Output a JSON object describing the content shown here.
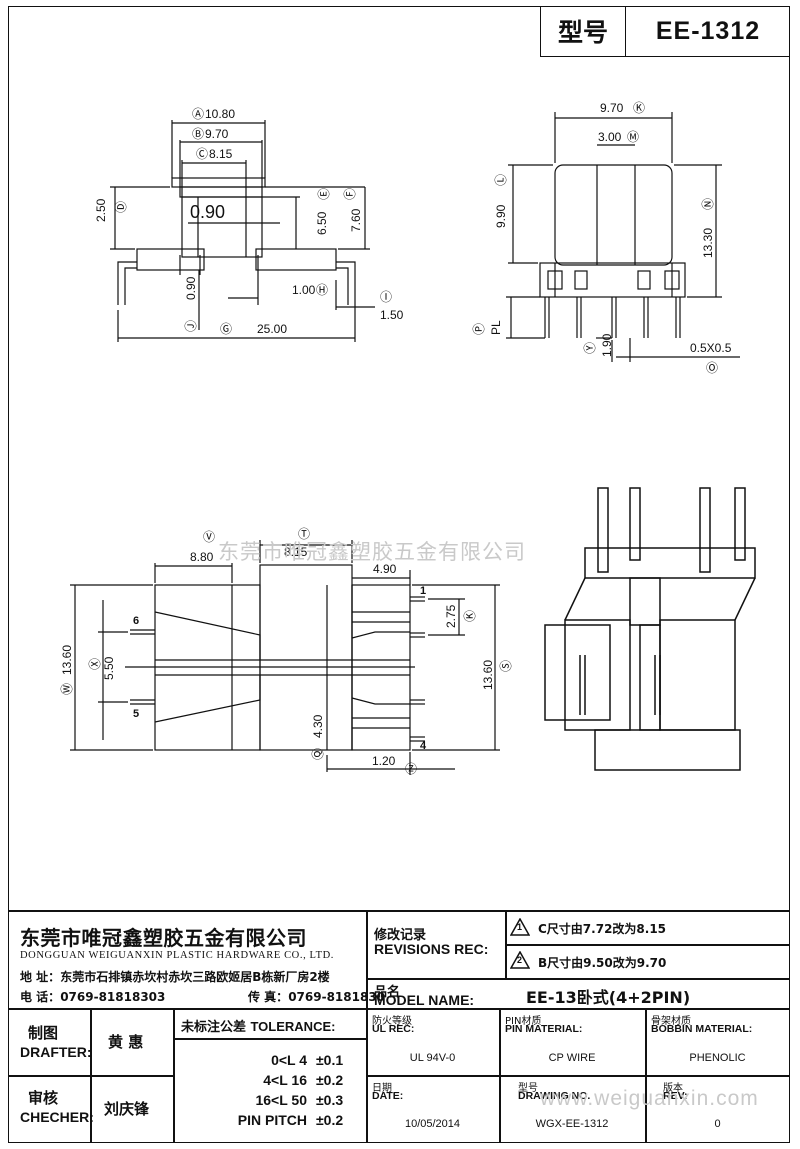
{
  "header": {
    "label": "型号",
    "model": "EE-1312"
  },
  "watermarks": {
    "company": "东莞市唯冠鑫塑胶五金有限公司",
    "website": "www.weiguanxin.com"
  },
  "drawing": {
    "side_view": {
      "dims": [
        "A",
        "10.80",
        "B",
        "9.70",
        "C",
        "8.15",
        "0.90",
        "2.50",
        "D",
        "6.50",
        "E",
        "7.60",
        "F",
        "1.00",
        "I",
        "1.50",
        "J",
        "0.90",
        "G",
        "25.00",
        "H"
      ]
    },
    "front_view": {
      "dims": [
        "9.70",
        "K",
        "3.00",
        "M",
        "9.90",
        "L",
        "13.30",
        "N",
        "PL",
        "P",
        "Y",
        "1.90",
        "0.5X0.5",
        "O"
      ]
    },
    "bottom_view": {
      "dims": [
        "V",
        "8.80",
        "8.15",
        "T",
        "4.90",
        "W",
        "13.60",
        "X",
        "5.50",
        "2.75",
        "K",
        "13.60",
        "S",
        "4.30",
        "Q",
        "1.20",
        "Z"
      ],
      "pins": [
        "6",
        "5",
        "1",
        "4"
      ]
    }
  },
  "title_block": {
    "company_cn": "东莞市唯冠鑫塑胶五金有限公司",
    "company_en": "DONGGUAN WEIGUANXIN PLASTIC HARDWARE CO., LTD.",
    "address_label": "地  址：",
    "address": "东莞市石排镇赤坎村赤坎三路欧姬居B栋新厂房2楼",
    "tel_label": "电  话：",
    "tel": "0769-81818303",
    "fax_label": "传  真：",
    "fax": "0769-8181830",
    "revisions_cn": "修改记录",
    "revisions_en": "REVISIONS REC:",
    "revision_1_num": "1",
    "revision_1": "C尺寸由7.72改为8.15",
    "revision_2_num": "2",
    "revision_2": "B尺寸由9.50改为9.70",
    "model_name_cn": "品名",
    "model_name_en": "MODEL NAME:",
    "model_name": "EE-13卧式(4+2PIN)",
    "drafter_cn": "制图",
    "drafter_en": "DRAFTER:",
    "drafter": "黄  惠",
    "checker_cn": "审核",
    "checker_en": "CHECHER:",
    "checker": "刘庆锋",
    "tolerance_cn": "未标注公差",
    "tolerance_en": "TOLERANCE:",
    "tolerances": [
      {
        "range": "0<L  4",
        "value": "±0.1"
      },
      {
        "range": "4<L  16",
        "value": "±0.2"
      },
      {
        "range": "16<L  50",
        "value": "±0.3"
      },
      {
        "range": "PIN PITCH",
        "value": "±0.2"
      }
    ],
    "ul_cn": "防火等级",
    "ul_en": "UL REC:",
    "ul": "UL 94V-0",
    "pin_cn": "PIN材质",
    "pin_en": "PIN MATERIAL:",
    "pin": "CP WIRE",
    "bobbin_cn": "骨架材质",
    "bobbin_en": "BOBBIN MATERIAL:",
    "bobbin": "PHENOLIC",
    "date_cn": "日期",
    "date_en": "DATE:",
    "date": "10/05/2014",
    "drawing_no_cn": "型号",
    "drawing_no_en": "DRAWING NO.",
    "drawing_no": "WGX-EE-1312",
    "rev_cn": "版本",
    "rev_en": "REV:",
    "rev": "0"
  }
}
